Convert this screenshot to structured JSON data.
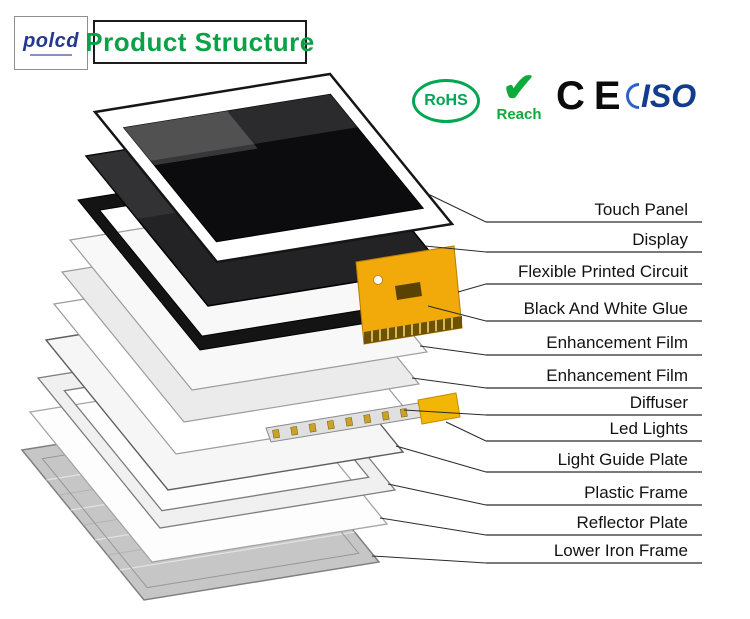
{
  "header": {
    "logo_text": "polcd",
    "title": "Product Structure"
  },
  "certifications": {
    "rohs_label": "RoHS",
    "reach_check": "✔",
    "reach_label": "Reach",
    "ce_label": "CE",
    "iso_label": "ISO"
  },
  "diagram": {
    "labels": [
      "Touch Panel",
      "Display",
      "Flexible Printed Circuit",
      "Black And White Glue",
      "Enhancement Film",
      "Enhancement Film",
      "Diffuser",
      "Led Lights",
      "Light Guide Plate",
      "Plastic Frame",
      "Reflector Plate",
      "Lower Iron Frame"
    ]
  },
  "colors": {
    "title_green": "#0aa147",
    "rohs_green": "#00a651",
    "reach_green": "#0faa3c",
    "iso_blue": "#123d8c",
    "fpc_yellow": "#f2a90a",
    "leader_line": "#2a2a2a"
  }
}
